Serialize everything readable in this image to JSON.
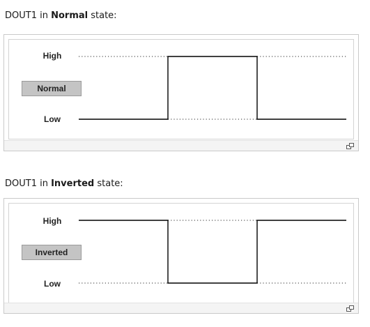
{
  "sections": [
    {
      "caption": {
        "prefix": "DOUT1 in ",
        "state": "Normal",
        "suffix": " state:"
      },
      "level_high": "High",
      "level_low": "Low",
      "button_label": "Normal",
      "signal": [
        "low",
        "high",
        "low"
      ]
    },
    {
      "caption": {
        "prefix": "DOUT1 in ",
        "state": "Inverted",
        "suffix": " state:"
      },
      "level_high": "High",
      "level_low": "Low",
      "button_label": "Inverted",
      "signal": [
        "high",
        "low",
        "high"
      ]
    }
  ],
  "icons": {
    "expand": "expand-icon"
  },
  "colors": {
    "signal_line": "#000000",
    "reference_dots": "#555555",
    "button_fill": "#c4c4c4",
    "frame_border": "#c9c9c9"
  }
}
